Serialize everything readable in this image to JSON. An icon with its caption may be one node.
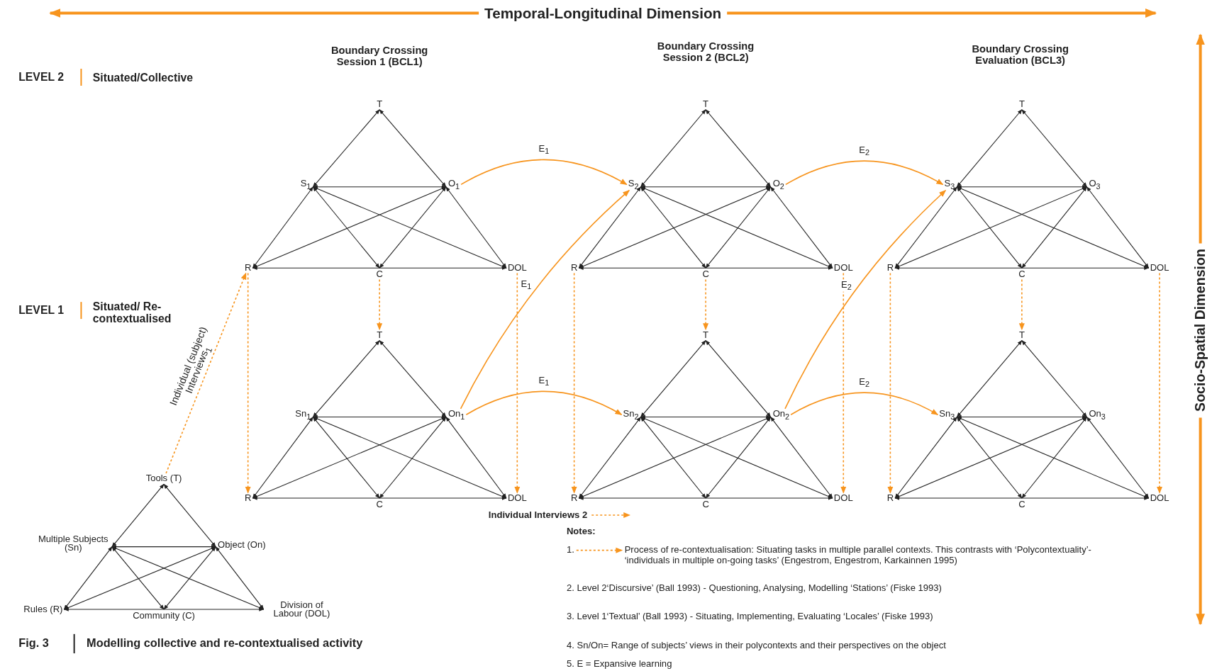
{
  "diagram": {
    "caption": "Modelling collective and re-contextualised activity",
    "nodes": [
      {
        "text": [
          "T"
        ]
      },
      {
        "text": [
          "S$_{1}$"
        ]
      },
      {
        "text": [
          "O$_{1}$"
        ]
      },
      {
        "text": [
          "R"
        ]
      },
      {
        "text": [
          "C"
        ]
      },
      {
        "text": [
          "DOL"
        ]
      },
      {
        "text": [
          "T"
        ]
      },
      {
        "text": [
          "S$_{2}$"
        ]
      },
      {
        "text": [
          "O$_{2}$"
        ]
      },
      {
        "text": [
          "R"
        ]
      },
      {
        "text": [
          "C"
        ]
      },
      {
        "text": [
          "DOL"
        ]
      },
      {
        "text": [
          "T"
        ]
      },
      {
        "text": [
          "S$_{3}$"
        ]
      },
      {
        "text": [
          "O$_{3}$"
        ]
      },
      {
        "text": [
          "R"
        ]
      },
      {
        "text": [
          "C"
        ]
      },
      {
        "text": [
          "DOL"
        ]
      },
      {
        "text": [
          "T"
        ]
      },
      {
        "text": [
          "Sn$_{1}$"
        ]
      },
      {
        "text": [
          "On$_{1}$"
        ]
      },
      {
        "text": [
          "R"
        ]
      },
      {
        "text": [
          "C"
        ]
      },
      {
        "text": [
          "DOL"
        ]
      },
      {
        "text": [
          "T"
        ]
      },
      {
        "text": [
          "Sn$_{2}$"
        ]
      },
      {
        "text": [
          "On$_{2}$"
        ]
      },
      {
        "text": [
          "R"
        ]
      },
      {
        "text": [
          "C"
        ]
      },
      {
        "text": [
          "DOL"
        ]
      },
      {
        "text": [
          "T"
        ]
      },
      {
        "text": [
          "Sn$_{3}$"
        ]
      },
      {
        "text": [
          "On$_{3}$"
        ]
      },
      {
        "text": [
          "R"
        ]
      },
      {
        "text": [
          "C"
        ]
      },
      {
        "text": [
          "DOL"
        ]
      },
      {
        "text": [
          "Tools (T)"
        ]
      },
      {
        "text": [
          "Multiple Subjects (Sn)"
        ]
      },
      {
        "text": [
          "Object (On)"
        ]
      },
      {
        "text": [
          "Rules (R)"
        ]
      },
      {
        "text": [
          "Community (C)"
        ]
      },
      {
        "text": [
          "Division of Labour (DOL)"
        ]
      }
    ],
    "edges": [
      {
        "from": 0,
        "to": 1,
        "arrow": "both"
      },
      {
        "from": 0,
        "to": 2,
        "arrow": "both"
      },
      {
        "from": 1,
        "to": 2,
        "arrow": "both"
      },
      {
        "from": 1,
        "to": 3,
        "arrow": "both"
      },
      {
        "from": 2,
        "to": 5,
        "arrow": "both"
      },
      {
        "from": 3,
        "to": 5,
        "arrow": "both"
      },
      {
        "from": 1,
        "to": 4,
        "arrow": "both"
      },
      {
        "from": 2,
        "to": 4,
        "arrow": "both"
      },
      {
        "from": 1,
        "to": 5,
        "arrow": "both"
      },
      {
        "from": 2,
        "to": 3,
        "arrow": "both"
      },
      {
        "from": 6,
        "to": 7,
        "arrow": "both"
      },
      {
        "from": 6,
        "to": 8,
        "arrow": "both"
      },
      {
        "from": 7,
        "to": 8,
        "arrow": "both"
      },
      {
        "from": 7,
        "to": 9,
        "arrow": "both"
      },
      {
        "from": 8,
        "to": 11,
        "arrow": "both"
      },
      {
        "from": 9,
        "to": 11,
        "arrow": "both"
      },
      {
        "from": 7,
        "to": 10,
        "arrow": "both"
      },
      {
        "from": 8,
        "to": 10,
        "arrow": "both"
      },
      {
        "from": 7,
        "to": 11,
        "arrow": "both"
      },
      {
        "from": 8,
        "to": 9,
        "arrow": "both"
      },
      {
        "from": 12,
        "to": 13,
        "arrow": "both"
      },
      {
        "from": 12,
        "to": 14,
        "arrow": "both"
      },
      {
        "from": 13,
        "to": 14,
        "arrow": "both"
      },
      {
        "from": 13,
        "to": 15,
        "arrow": "both"
      },
      {
        "from": 14,
        "to": 17,
        "arrow": "both"
      },
      {
        "from": 15,
        "to": 17,
        "arrow": "both"
      },
      {
        "from": 13,
        "to": 16,
        "arrow": "both"
      },
      {
        "from": 14,
        "to": 16,
        "arrow": "both"
      },
      {
        "from": 13,
        "to": 17,
        "arrow": "both"
      },
      {
        "from": 14,
        "to": 15,
        "arrow": "both"
      },
      {
        "from": 18,
        "to": 19,
        "arrow": "both"
      },
      {
        "from": 18,
        "to": 20,
        "arrow": "both"
      },
      {
        "from": 19,
        "to": 20,
        "arrow": "both"
      },
      {
        "from": 19,
        "to": 21,
        "arrow": "both"
      },
      {
        "from": 20,
        "to": 23,
        "arrow": "both"
      },
      {
        "from": 21,
        "to": 23,
        "arrow": "both"
      },
      {
        "from": 19,
        "to": 22,
        "arrow": "both"
      },
      {
        "from": 20,
        "to": 22,
        "arrow": "both"
      },
      {
        "from": 19,
        "to": 23,
        "arrow": "both"
      },
      {
        "from": 20,
        "to": 21,
        "arrow": "both"
      },
      {
        "from": 24,
        "to": 25,
        "arrow": "both"
      },
      {
        "from": 24,
        "to": 26,
        "arrow": "both"
      },
      {
        "from": 25,
        "to": 26,
        "arrow": "both"
      },
      {
        "from": 25,
        "to": 27,
        "arrow": "both"
      },
      {
        "from": 26,
        "to": 29,
        "arrow": "both"
      },
      {
        "from": 27,
        "to": 29,
        "arrow": "both"
      },
      {
        "from": 25,
        "to": 28,
        "arrow": "both"
      },
      {
        "from": 26,
        "to": 28,
        "arrow": "both"
      },
      {
        "from": 25,
        "to": 29,
        "arrow": "both"
      },
      {
        "from": 26,
        "to": 27,
        "arrow": "both"
      },
      {
        "from": 30,
        "to": 31,
        "arrow": "both"
      },
      {
        "from": 30,
        "to": 32,
        "arrow": "both"
      },
      {
        "from": 31,
        "to": 32,
        "arrow": "both"
      },
      {
        "from": 31,
        "to": 33,
        "arrow": "both"
      },
      {
        "from": 32,
        "to": 35,
        "arrow": "both"
      },
      {
        "from": 33,
        "to": 35,
        "arrow": "both"
      },
      {
        "from": 31,
        "to": 34,
        "arrow": "both"
      },
      {
        "from": 32,
        "to": 34,
        "arrow": "both"
      },
      {
        "from": 31,
        "to": 35,
        "arrow": "both"
      },
      {
        "from": 32,
        "to": 33,
        "arrow": "both"
      },
      {
        "from": 36,
        "to": 37,
        "arrow": "both"
      },
      {
        "from": 36,
        "to": 38,
        "arrow": "both"
      },
      {
        "from": 37,
        "to": 38,
        "arrow": "both"
      },
      {
        "from": 37,
        "to": 39,
        "arrow": "both"
      },
      {
        "from": 38,
        "to": 41,
        "arrow": "both"
      },
      {
        "from": 39,
        "to": 41,
        "arrow": "both"
      },
      {
        "from": 37,
        "to": 40,
        "arrow": "both"
      },
      {
        "from": 38,
        "to": 40,
        "arrow": "both"
      },
      {
        "from": 37,
        "to": 41,
        "arrow": "both"
      },
      {
        "from": 38,
        "to": 39,
        "arrow": "both"
      },
      {
        "from": 2,
        "to": 7,
        "arrow": "to",
        "label": "E$_{1}$",
        "color": "#f7941d"
      },
      {
        "from": 20,
        "to": 7,
        "arrow": "to",
        "label": "E$_{1}$",
        "color": "#f7941d"
      },
      {
        "from": 20,
        "to": 25,
        "arrow": "to",
        "label": "E$_{1}$",
        "color": "#f7941d"
      },
      {
        "from": 8,
        "to": 13,
        "arrow": "to",
        "label": "E$_{2}$",
        "color": "#f7941d"
      },
      {
        "from": 26,
        "to": 13,
        "arrow": "to",
        "label": "E$_{2}$",
        "color": "#f7941d"
      },
      {
        "from": 26,
        "to": 31,
        "arrow": "to",
        "label": "E$_{2}$",
        "color": "#f7941d"
      },
      {
        "from": 3,
        "to": 21,
        "arrow": "to",
        "style": "dashed",
        "color": "#f7941d"
      },
      {
        "from": 4,
        "to": 18,
        "arrow": "to",
        "style": "dashed",
        "color": "#f7941d"
      },
      {
        "from": 5,
        "to": 23,
        "arrow": "to",
        "style": "dashed",
        "color": "#f7941d"
      },
      {
        "from": 9,
        "to": 27,
        "arrow": "to",
        "style": "dashed",
        "color": "#f7941d"
      },
      {
        "from": 10,
        "to": 24,
        "arrow": "to",
        "style": "dashed",
        "color": "#f7941d"
      },
      {
        "from": 11,
        "to": 29,
        "arrow": "to",
        "style": "dashed",
        "color": "#f7941d"
      },
      {
        "from": 15,
        "to": 33,
        "arrow": "to",
        "style": "dashed",
        "color": "#f7941d"
      },
      {
        "from": 16,
        "to": 30,
        "arrow": "to",
        "style": "dashed",
        "color": "#f7941d"
      },
      {
        "from": 17,
        "to": 35,
        "arrow": "to",
        "style": "dashed",
        "color": "#f7941d"
      },
      {
        "from": 36,
        "to": 3,
        "arrow": "to",
        "style": "dashed",
        "color": "#f7941d",
        "label": "Individual (subject) Interviews$_{1}$"
      }
    ],
    "labels": [
      "Temporal-Longitudinal Dimension",
      "Boundary Crossing Session 1 (BCL1)",
      "Boundary Crossing Session 2 (BCL2)",
      "Boundary Crossing Evaluation (BCL3)",
      "LEVEL 2",
      "Situated/Collective",
      "Socio-Spatial Dimension",
      "LEVEL 1",
      "Situated/ Re-contextualised",
      "Notes:",
      "1.",
      "Process of re-contextualisation: Situating tasks in multiple parallel contexts. This contrasts with ‘Polycontextuality’- ‘individuals in multiple on-going tasks’ (Engestrom, Engestrom, Karkainnen 1995)",
      "2. Level 2‘Discursive’ (Ball 1993) - Questioning, Analysing, Modelling ‘Stations’ (Fiske 1993)",
      "3. Level 1‘Textual’ (Ball 1993) - Situating, Implementing, Evaluating ‘Locales’ (Fiske 1993)",
      "4. Sn/On= Range of subjects’ views in their polycontexts and their perspectives on the object",
      "5. E = Expansive learning",
      "Fig. 3"
    ],
    "legend": [
      {
        "text": "Individual Interviews 2"
      }
    ]
  }
}
